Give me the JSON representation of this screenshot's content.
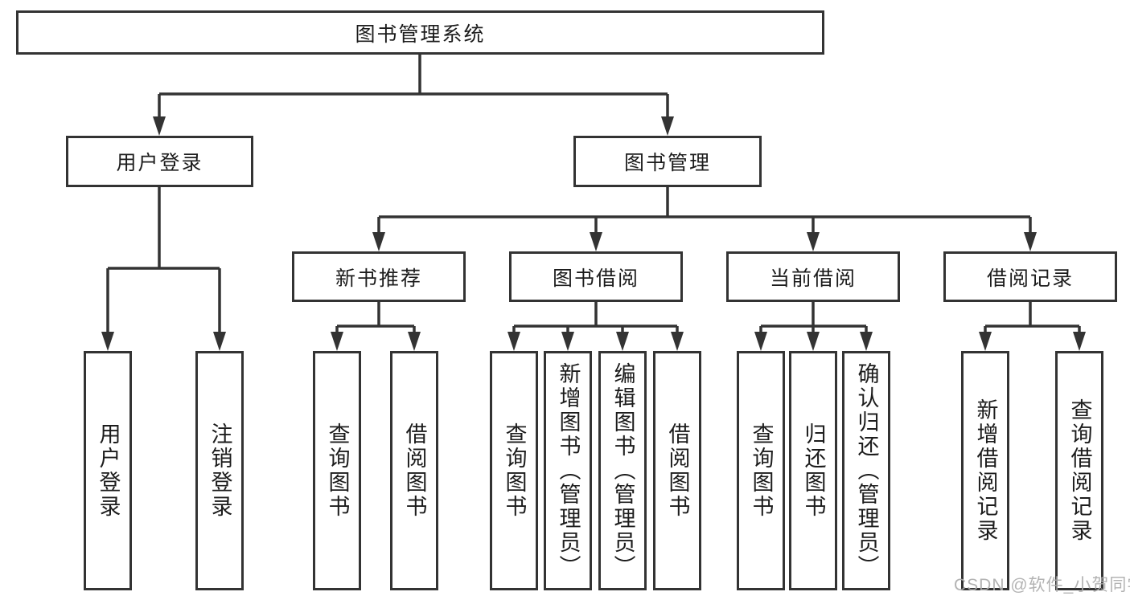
{
  "diagram_title": "图书管理系统",
  "tree": {
    "root": {
      "label": "图书管理系统"
    },
    "children": [
      {
        "label": "用户登录",
        "children": [
          {
            "label": "用户登录"
          },
          {
            "label": "注销登录"
          }
        ]
      },
      {
        "label": "图书管理",
        "children": [
          {
            "label": "新书推荐",
            "children": [
              {
                "label": "查询图书"
              },
              {
                "label": "借阅图书"
              }
            ]
          },
          {
            "label": "图书借阅",
            "children": [
              {
                "label": "查询图书"
              },
              {
                "label": "新增图书（管理员）"
              },
              {
                "label": "编辑图书（管理员）"
              },
              {
                "label": "借阅图书"
              }
            ]
          },
          {
            "label": "当前借阅",
            "children": [
              {
                "label": "查询图书"
              },
              {
                "label": "归还图书"
              },
              {
                "label": "确认归还（管理员）"
              }
            ]
          },
          {
            "label": "借阅记录",
            "children": [
              {
                "label": "新增借阅记录"
              },
              {
                "label": "查询借阅记录"
              }
            ]
          }
        ]
      }
    ]
  },
  "watermark": {
    "text": "CSDN @软件_小贺同学"
  },
  "colors": {
    "line": "#333333",
    "box_border": "#333333",
    "text": "#1c1c1c",
    "background": "#ffffff",
    "watermark": "#acacac"
  }
}
